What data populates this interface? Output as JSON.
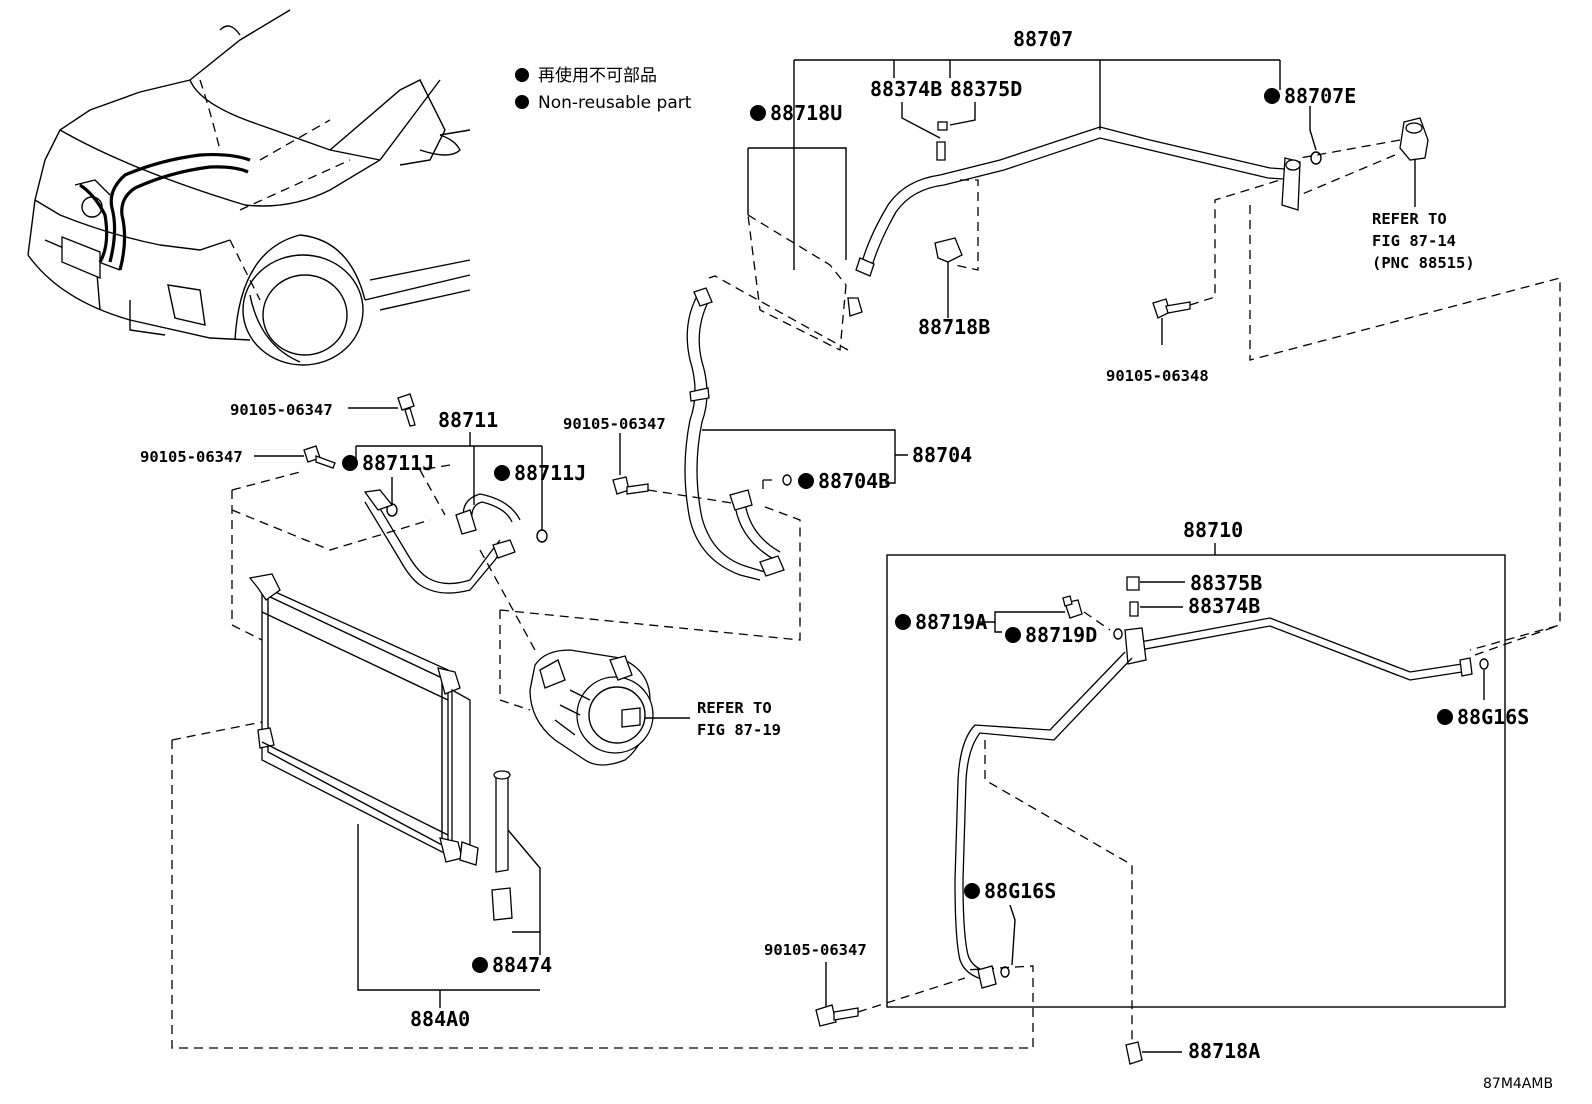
{
  "legend": {
    "items": [
      {
        "marker": "●",
        "text": "再使用不可部品"
      },
      {
        "marker": "●",
        "text": "Non-reusable part"
      }
    ]
  },
  "labels": {
    "p88707": "88707",
    "p88374B_top": "88374B",
    "p88375D": "88375D",
    "p88718U": "88718U",
    "p88707E": "88707E",
    "p88718B": "88718B",
    "p90105_06348": "90105-06348",
    "refer_8714_l1": "REFER TO",
    "refer_8714_l2": "FIG 87-14",
    "refer_8714_l3": "(PNC 88515)",
    "p90105_06347_a": "90105-06347",
    "p88711": "88711",
    "p90105_06347_b": "90105-06347",
    "p88711J_a": "88711J",
    "p88711J_b": "88711J",
    "p90105_06347_c": "90105-06347",
    "p88704": "88704",
    "p88704B": "88704B",
    "p88710": "88710",
    "p88375B": "88375B",
    "p88374B_bottom": "88374B",
    "p88719A": "88719A",
    "p88719D": "88719D",
    "p88G16S_a": "88G16S",
    "refer_8719_l1": "REFER TO",
    "refer_8719_l2": "FIG 87-19",
    "p88G16S_b": "88G16S",
    "p90105_06347_d": "90105-06347",
    "p88474": "88474",
    "p884A0": "884A0",
    "p88718A": "88718A"
  },
  "diagram_code": "87M4AMB"
}
